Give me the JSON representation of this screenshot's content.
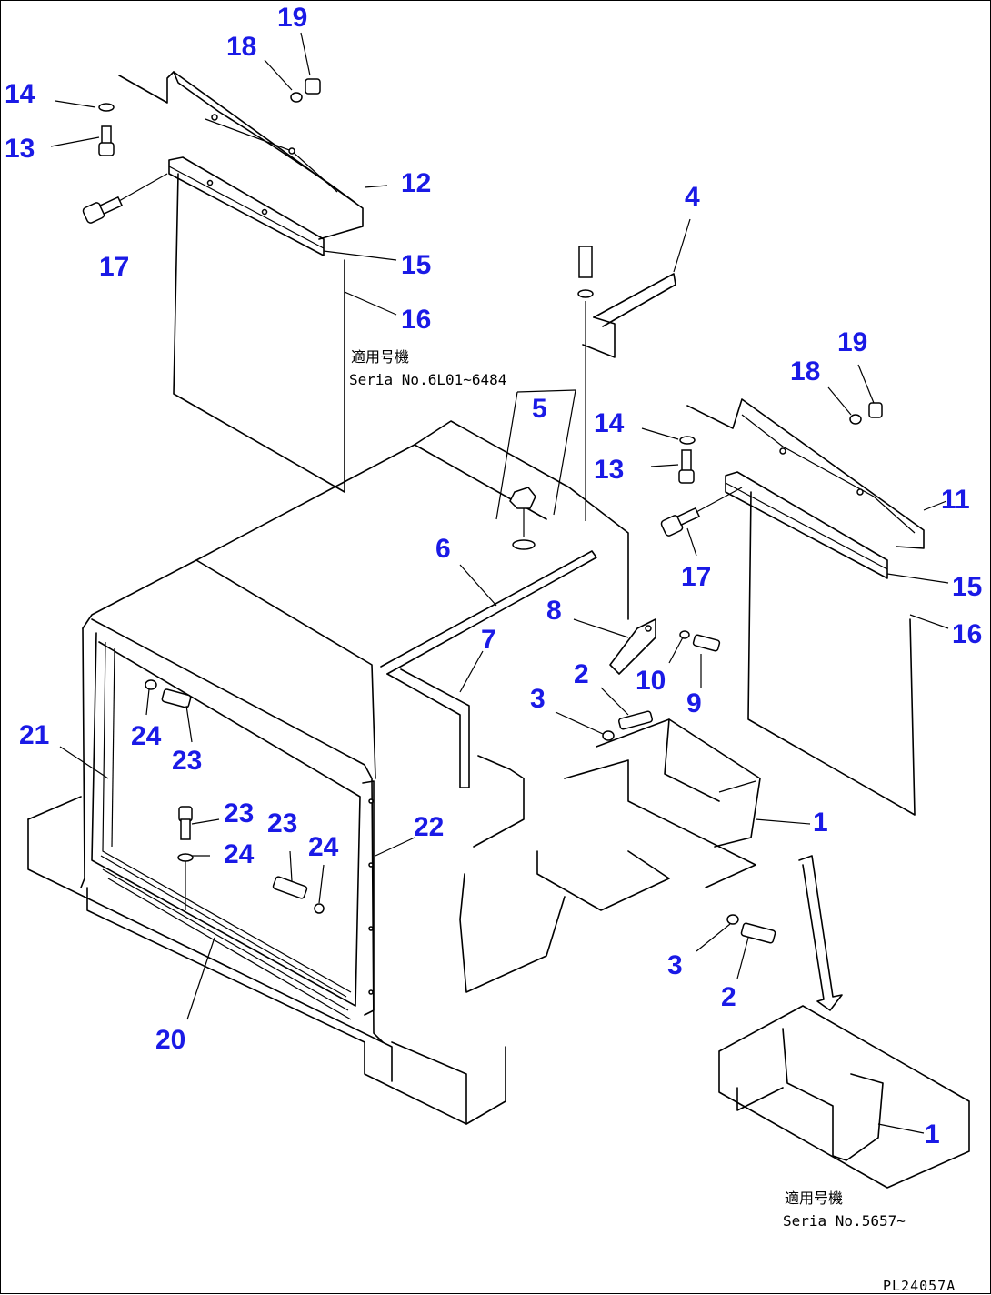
{
  "drawing": {
    "code": "PL24057A",
    "notes": [
      {
        "id": "note-a",
        "line1": "適用号機",
        "line2": "Seria  No.6L01~6484"
      },
      {
        "id": "note-b",
        "line1": "適用号機",
        "line2": "Seria  No.5657~"
      }
    ],
    "callouts": [
      {
        "id": "c19a",
        "text": "19"
      },
      {
        "id": "c18a",
        "text": "18"
      },
      {
        "id": "c14a",
        "text": "14"
      },
      {
        "id": "c13a",
        "text": "13"
      },
      {
        "id": "c12",
        "text": "12"
      },
      {
        "id": "c17a",
        "text": "17"
      },
      {
        "id": "c15a",
        "text": "15"
      },
      {
        "id": "c16a",
        "text": "16"
      },
      {
        "id": "c4",
        "text": "4"
      },
      {
        "id": "c19b",
        "text": "19"
      },
      {
        "id": "c18b",
        "text": "18"
      },
      {
        "id": "c5",
        "text": "5"
      },
      {
        "id": "c14b",
        "text": "14"
      },
      {
        "id": "c13b",
        "text": "13"
      },
      {
        "id": "c11",
        "text": "11"
      },
      {
        "id": "c17b",
        "text": "17"
      },
      {
        "id": "c15b",
        "text": "15"
      },
      {
        "id": "c16b",
        "text": "16"
      },
      {
        "id": "c6",
        "text": "6"
      },
      {
        "id": "c8",
        "text": "8"
      },
      {
        "id": "c7",
        "text": "7"
      },
      {
        "id": "c10",
        "text": "10"
      },
      {
        "id": "c9",
        "text": "9"
      },
      {
        "id": "c2a",
        "text": "2"
      },
      {
        "id": "c3a",
        "text": "3"
      },
      {
        "id": "c21",
        "text": "21"
      },
      {
        "id": "c24a",
        "text": "24"
      },
      {
        "id": "c23a",
        "text": "23"
      },
      {
        "id": "c1a",
        "text": "1"
      },
      {
        "id": "c23b",
        "text": "23"
      },
      {
        "id": "c23c",
        "text": "23"
      },
      {
        "id": "c24b",
        "text": "24"
      },
      {
        "id": "c24c",
        "text": "24"
      },
      {
        "id": "c22",
        "text": "22"
      },
      {
        "id": "c3b",
        "text": "3"
      },
      {
        "id": "c2b",
        "text": "2"
      },
      {
        "id": "c20",
        "text": "20"
      },
      {
        "id": "c1b",
        "text": "1"
      }
    ]
  }
}
